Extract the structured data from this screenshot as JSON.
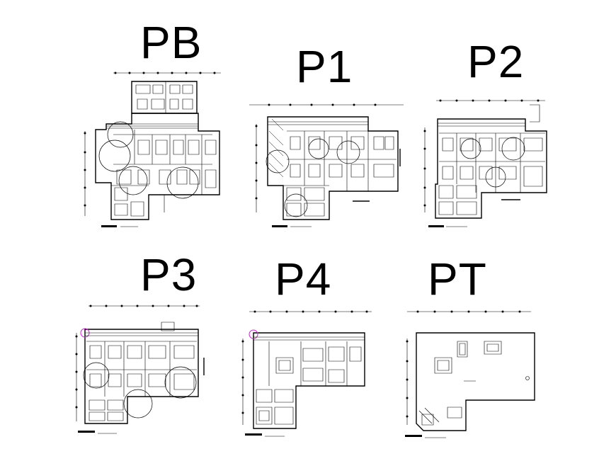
{
  "sheet": {
    "plans": [
      {
        "id": "PB",
        "label": "PB"
      },
      {
        "id": "P1",
        "label": "P1"
      },
      {
        "id": "P2",
        "label": "P2"
      },
      {
        "id": "P3",
        "label": "P3"
      },
      {
        "id": "P4",
        "label": "P4"
      },
      {
        "id": "PT",
        "label": "PT"
      }
    ]
  }
}
